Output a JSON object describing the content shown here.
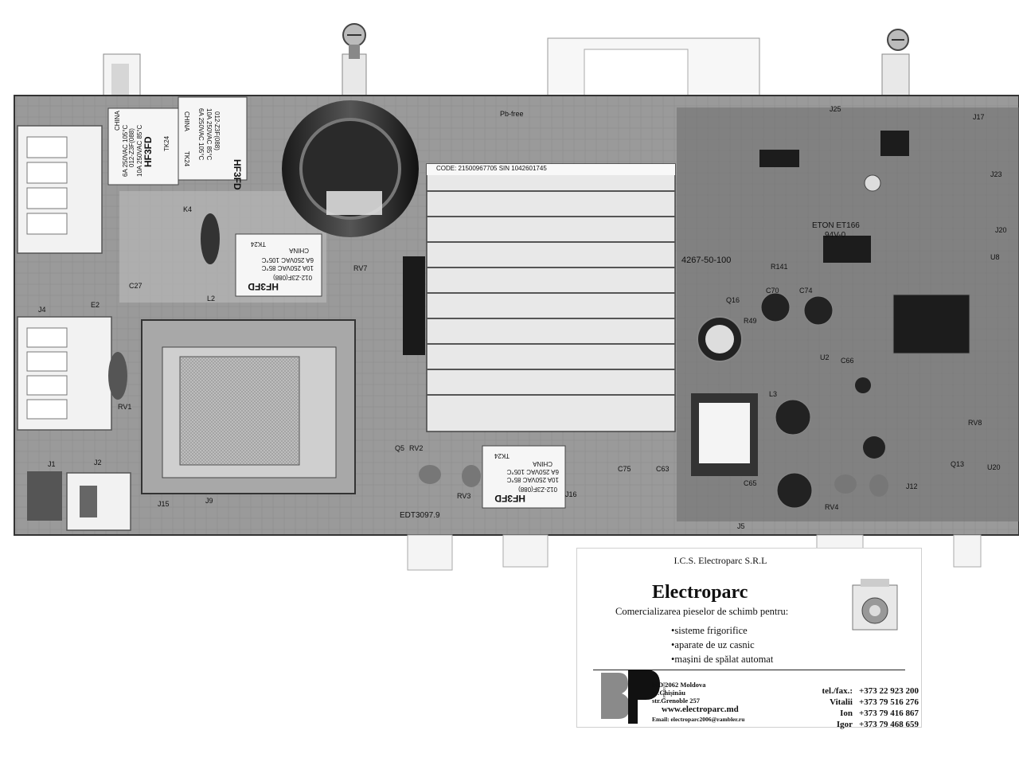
{
  "pcb": {
    "relays": [
      {
        "brand": "HF3FD",
        "model": "012-Z3F(088)",
        "rating1": "10A 250VAC 85°C",
        "rating2": "6A 250VAC 105°C",
        "origin": "CHINA",
        "tag": "TK24"
      },
      {
        "brand": "HF3FD",
        "model": "012-Z3F(088)",
        "rating1": "10A 250VAC 85°C",
        "rating2": "6A 250VAC 105°C",
        "origin": "CHINA",
        "tag": "TK24"
      },
      {
        "brand": "HF3FD",
        "model": "012-Z3F(088)",
        "rating1": "10A 250VAC 85°C",
        "rating2": "6A 250VAC 105°C",
        "origin": "CHINA",
        "tag": "TK24"
      },
      {
        "brand": "HF3FD",
        "model": "012-Z3F(088)",
        "rating1": "10A 250VAC 85°C",
        "rating2": "6A 250VAC 105°C",
        "origin": "CHINA",
        "tag": "TK24"
      }
    ],
    "code_label": "CODE: 21500967705  SIN 1042601745",
    "pb_free": "Pb-free",
    "board_id": "4267-50-100",
    "eton": "ETON ET166",
    "rating": "94V-0",
    "edt": "EDT3097.9",
    "labels": [
      "J1",
      "J2",
      "J4",
      "J5",
      "J9",
      "J12",
      "J15",
      "J16",
      "J17",
      "J20",
      "J23",
      "J25",
      "L2",
      "L3",
      "RV1",
      "RV3",
      "RV4",
      "RV7",
      "RV8",
      "K4",
      "E2",
      "U2",
      "U8",
      "U20",
      "Q13",
      "Q16",
      "C27",
      "C63",
      "C65",
      "C66",
      "C70",
      "C74",
      "C75",
      "R141",
      "R49",
      "Q5",
      "RV2"
    ]
  },
  "card": {
    "company": "I.C.S. Electroparc S.R.L",
    "brand": "Electroparc",
    "tagline": "Comercializarea pieselor de schimb pentru:",
    "items": [
      "sisteme frigorifice",
      "aparate de uz casnic",
      "mașini de spălat automat"
    ],
    "logo_side": "electroparc",
    "address": [
      "MD 2062 Moldova",
      "or.Chișinău",
      "str.Grenoble 257"
    ],
    "email": "Email: electroparc2006@rambler.ru",
    "web": "www.electroparc.md",
    "phones": [
      {
        "label": "tel./fax.:",
        "number": "+373 22 923 200"
      },
      {
        "label": "Vitalii",
        "number": "+373 79 516 276"
      },
      {
        "label": "Ion",
        "number": "+373 79 416 867"
      },
      {
        "label": "Igor",
        "number": "+373 79 468 659"
      }
    ]
  }
}
